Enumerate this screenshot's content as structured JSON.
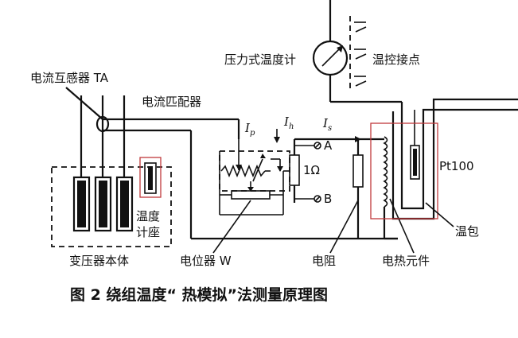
{
  "labels": {
    "current_transformer": "电流互感器 TA",
    "current_matcher": "电流匹配器",
    "pressure_thermometer": "压力式温度计",
    "temp_control_contact": "温控接点",
    "pt100": "Pt100",
    "thermometer_seat_line1": "温度",
    "thermometer_seat_line2": "计座",
    "transformer_body": "变压器本体",
    "potentiometer": "电位器 W",
    "resistor": "电阻",
    "heating_element": "电热元件",
    "bulb": "温包",
    "terminal_a": "A",
    "terminal_b": "B",
    "resistor_value": "1Ω",
    "current_p": "I",
    "current_p_sub": "p",
    "current_h": "I",
    "current_h_sub": "h",
    "current_s": "I",
    "current_s_sub": "s"
  },
  "caption": "图 2   绕组温度“ 热模拟”法测量原理图",
  "colors": {
    "line": "#111111",
    "highlight": "#c0393b"
  }
}
